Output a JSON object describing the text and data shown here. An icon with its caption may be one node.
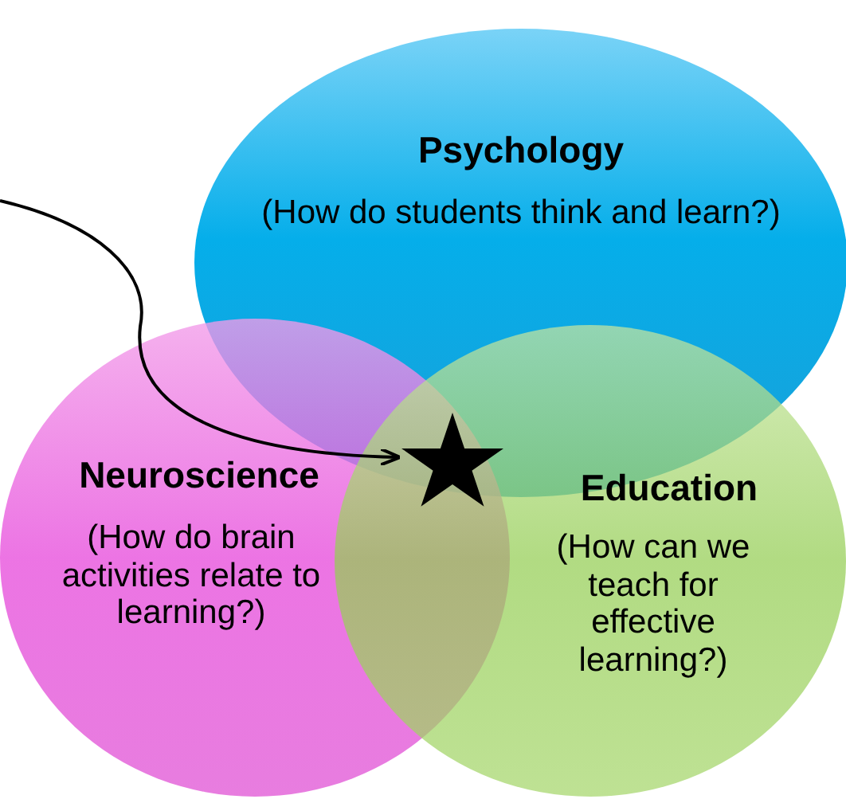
{
  "diagram": {
    "nodes": [
      {
        "text": [
          "Psychology",
          "(How do students think and learn?)"
        ]
      },
      {
        "text": [
          "Neuroscience",
          "(How do brain activities relate to learning?)"
        ]
      },
      {
        "text": [
          "Education",
          "(How can we teach for effective learning?)"
        ]
      },
      {
        "text": [],
        "shape": "star"
      }
    ],
    "edges": [
      {
        "from": null,
        "to": 3,
        "arrow": "to"
      }
    ]
  }
}
